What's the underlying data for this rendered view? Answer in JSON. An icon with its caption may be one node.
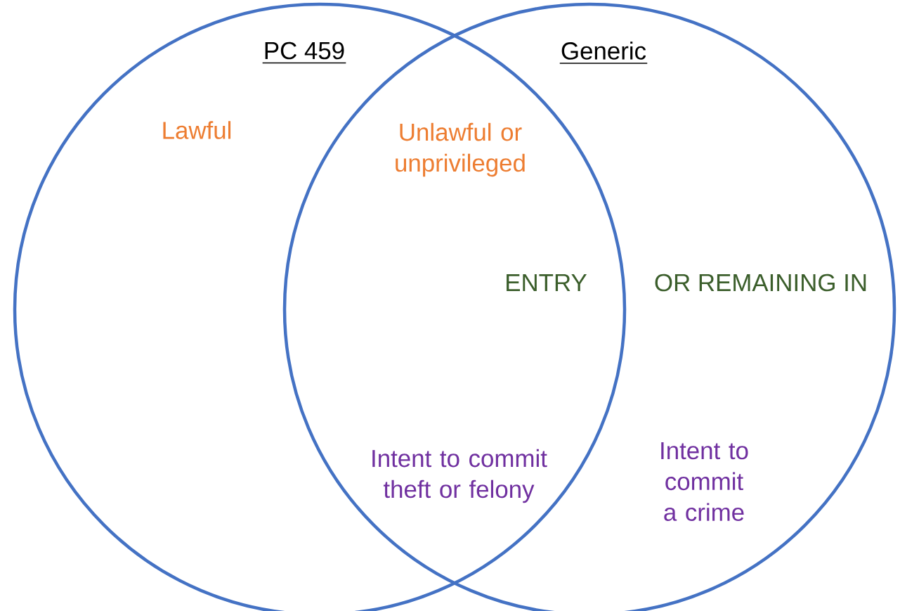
{
  "diagram": {
    "nodes": [
      {
        "text": [
          "PC 459"
        ]
      },
      {
        "text": [
          "Generic"
        ]
      }
    ],
    "edges": [],
    "labels": [
      "Lawful",
      "Unlawful or unprivileged",
      "ENTRY",
      "OR REMAINING IN",
      "Intent to commit theft or felony",
      "Intent to commit a crime"
    ]
  }
}
